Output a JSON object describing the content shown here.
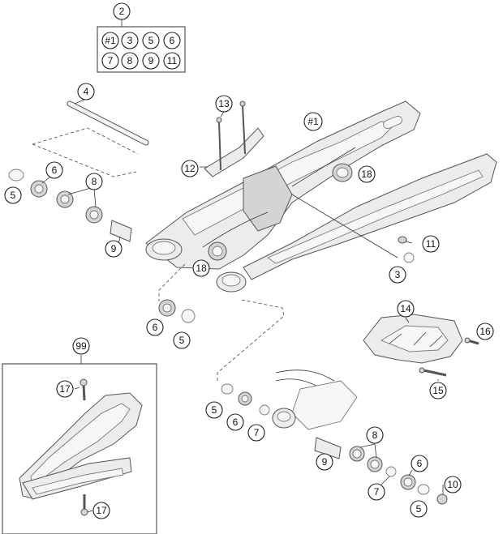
{
  "callouts": {
    "c2": "2",
    "kit": [
      "#1",
      "3",
      "5",
      "6",
      "7",
      "8",
      "9",
      "11"
    ],
    "c4": "4",
    "c5a": "5",
    "c6a": "6",
    "c8a": "8",
    "c9a": "9",
    "c13": "13",
    "c12": "12",
    "c1": "#1",
    "c18a": "18",
    "c18b": "18",
    "c11": "11",
    "c3": "3",
    "c6b": "6",
    "c5b": "5",
    "c14": "14",
    "c16": "16",
    "c15": "15",
    "c99": "99",
    "c17a": "17",
    "c17b": "17",
    "c5c": "5",
    "c6c": "6",
    "c7a": "7",
    "c8b": "8",
    "c9b": "9",
    "c6d": "6",
    "c10": "10",
    "c7b": "7",
    "c5d": "5"
  },
  "colors": {
    "line": "#222222",
    "part_fill": "#ececec",
    "background": "#ffffff"
  }
}
